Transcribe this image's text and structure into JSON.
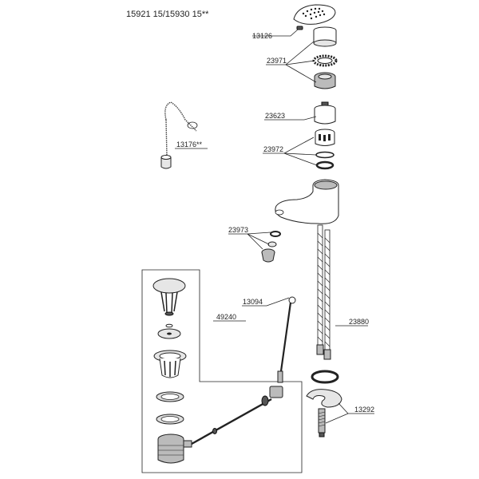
{
  "title": "15921 15/15930 15**",
  "parts": {
    "p13126": "13126",
    "p23971": "23971",
    "p23623": "23623",
    "p13176": "13176**",
    "p23972": "23972",
    "p23973": "23973",
    "p13094": "13094",
    "p49240": "49240",
    "p23880": "23880",
    "p13292": "13292"
  }
}
